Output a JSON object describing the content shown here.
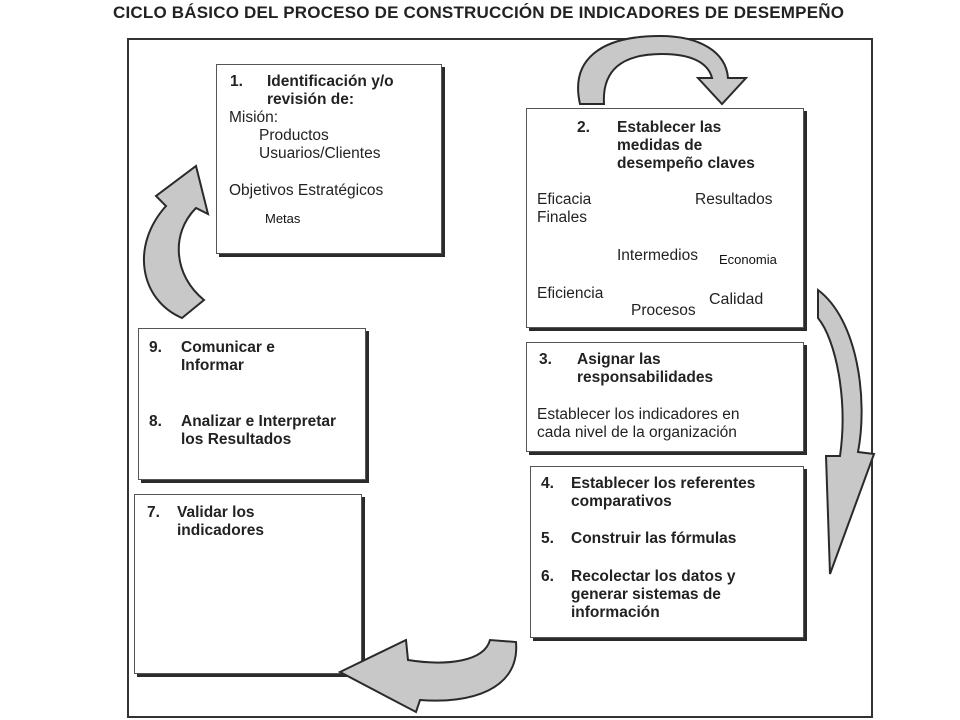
{
  "title": "CICLO BÁSICO DEL PROCESO DE CONSTRUCCIÓN DE INDICADORES DE DESEMPEÑO",
  "box1": {
    "num": "1.",
    "heading_l1": "Identificación y/o",
    "heading_l2": "revisión de:",
    "mision": "Misión:",
    "productos": "Productos",
    "usuarios": "Usuarios/Clientes",
    "objetivos": "Objetivos Estratégicos",
    "metas": "Metas"
  },
  "box2": {
    "num": "2.",
    "heading_l1": "Establecer las",
    "heading_l2": "medidas de",
    "heading_l3": "desempeño claves",
    "eficacia": "Eficacia",
    "resultados": "Resultados",
    "finales": "Finales",
    "intermedios": "Intermedios",
    "economia": "Economia",
    "eficiencia": "Eficiencia",
    "calidad": "Calidad",
    "procesos": "Procesos"
  },
  "box3": {
    "num": "3.",
    "heading_l1": "Asignar las",
    "heading_l2": "responsabilidades",
    "body_l1": "Establecer los indicadores en",
    "body_l2": "cada nivel de la organización"
  },
  "box4": {
    "n4": "4.",
    "s4_l1": "Establecer los referentes",
    "s4_l2": "comparativos",
    "n5": "5.",
    "s5": "Construir las fórmulas",
    "n6": "6.",
    "s6_l1": "Recolectar los datos y",
    "s6_l2": "generar sistemas de",
    "s6_l3": "información"
  },
  "box9": {
    "n9": "9.",
    "s9_l1": "Comunicar e",
    "s9_l2": "Informar",
    "n8": "8.",
    "s8_l1": "Analizar e Interpretar",
    "s8_l2": "los Resultados"
  },
  "box7": {
    "n7": "7.",
    "s7_l1": "Validar los",
    "s7_l2": "indicadores"
  },
  "colors": {
    "arrow_fill": "#c8c8c8",
    "arrow_stroke": "#2a2a2a",
    "border": "#333333"
  }
}
